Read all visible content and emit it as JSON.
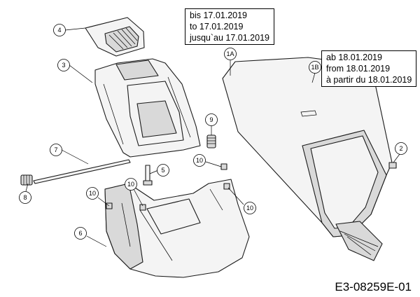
{
  "notes": {
    "old_version": [
      "bis 17.01.2019",
      "to 17.01.2019",
      "jusqu`au 17.01.2019"
    ],
    "new_version": [
      "ab 18.01.2019",
      "from 18.01.2019",
      "à partir du 18.01.2019"
    ]
  },
  "callouts": {
    "c4": "4",
    "c3": "3",
    "c7": "7",
    "c8": "8",
    "c9": "9",
    "c5": "5",
    "c10a": "10",
    "c10b": "10",
    "c10c": "10",
    "c10d": "10",
    "c6": "6",
    "c1a": "1A",
    "c1b": "1B",
    "c2": "2"
  },
  "document_id": "E3-08259E-01"
}
